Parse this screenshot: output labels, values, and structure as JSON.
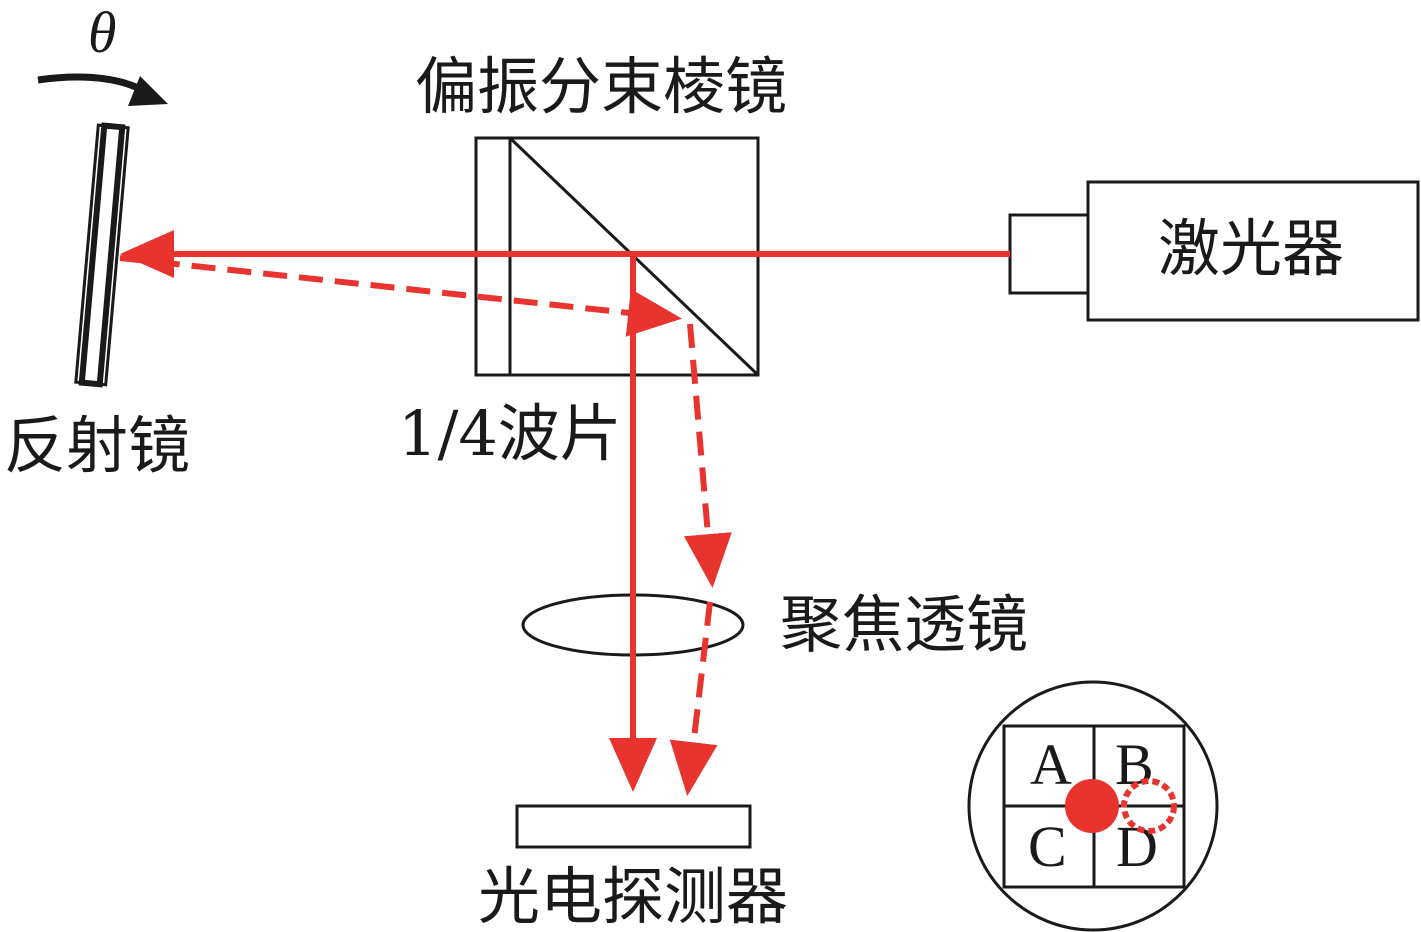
{
  "labels": {
    "angle": "θ",
    "pbs": "偏振分束棱镜",
    "laser": "激光器",
    "mirror": "反射镜",
    "wave_plate": "1/4波片",
    "lens": "聚焦透镜",
    "detector": "光电探测器"
  },
  "quadrants": [
    "A",
    "B",
    "C",
    "D"
  ],
  "colors": {
    "beam": "#e8332e",
    "outline": "#1a1a1a"
  }
}
